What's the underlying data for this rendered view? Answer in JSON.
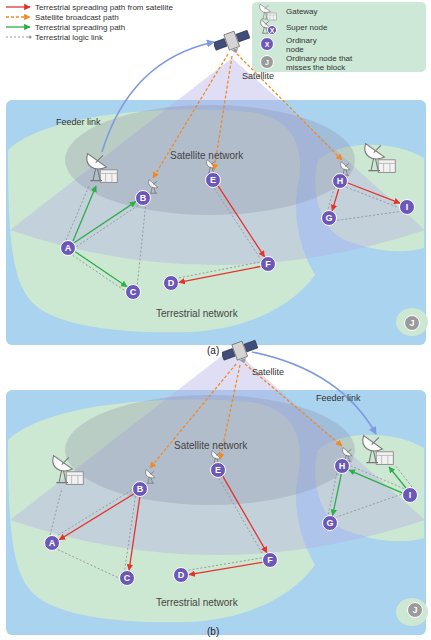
{
  "diagram": {
    "nodes": [
      {
        "text": [
          "A"
        ]
      },
      {
        "text": [
          "B"
        ]
      },
      {
        "text": [
          "C"
        ]
      },
      {
        "text": [
          "D"
        ]
      },
      {
        "text": [
          "E"
        ]
      },
      {
        "text": [
          "F"
        ]
      },
      {
        "text": [
          "G"
        ]
      },
      {
        "text": [
          "H"
        ]
      },
      {
        "text": [
          "I"
        ]
      },
      {
        "text": [
          "J"
        ]
      },
      {
        "text": [
          "A"
        ]
      },
      {
        "text": [
          "B"
        ]
      },
      {
        "text": [
          "C"
        ]
      },
      {
        "text": [
          "D"
        ]
      },
      {
        "text": [
          "E"
        ]
      },
      {
        "text": [
          "F"
        ]
      },
      {
        "text": [
          "G"
        ]
      },
      {
        "text": [
          "H"
        ]
      },
      {
        "text": [
          "I"
        ]
      },
      {
        "text": [
          "J"
        ]
      }
    ],
    "edges": [
      {
        "from": 0,
        "to": 1,
        "arrow": "to"
      },
      {
        "from": 0,
        "to": 2,
        "arrow": "to"
      },
      {
        "from": 0,
        "to": 1,
        "arrow": "none"
      },
      {
        "from": 0,
        "to": 2,
        "arrow": "none"
      },
      {
        "from": 2,
        "to": 1,
        "arrow": "none"
      },
      {
        "from": 4,
        "to": 5,
        "arrow": "to"
      },
      {
        "from": 5,
        "to": 3,
        "arrow": "to"
      },
      {
        "from": 4,
        "to": 5,
        "arrow": "none"
      },
      {
        "from": 5,
        "to": 3,
        "arrow": "none"
      },
      {
        "from": 7,
        "to": 6,
        "arrow": "to"
      },
      {
        "from": 7,
        "to": 8,
        "arrow": "to"
      },
      {
        "from": 7,
        "to": 6,
        "arrow": "none"
      },
      {
        "from": 7,
        "to": 8,
        "arrow": "none"
      },
      {
        "from": 11,
        "to": 10,
        "arrow": "to"
      },
      {
        "from": 11,
        "to": 12,
        "arrow": "to"
      },
      {
        "from": 10,
        "to": 12,
        "arrow": "none"
      },
      {
        "from": 11,
        "to": 12,
        "arrow": "none"
      },
      {
        "from": 11,
        "to": 10,
        "arrow": "none"
      },
      {
        "from": 14,
        "to": 15,
        "arrow": "to"
      },
      {
        "from": 15,
        "to": 13,
        "arrow": "to"
      },
      {
        "from": 14,
        "to": 15,
        "arrow": "none"
      },
      {
        "from": 15,
        "to": 13,
        "arrow": "none"
      },
      {
        "from": 18,
        "to": 17,
        "arrow": "to"
      },
      {
        "from": 17,
        "to": 16,
        "arrow": "to"
      },
      {
        "from": 18,
        "to": 17,
        "arrow": "none"
      },
      {
        "from": 17,
        "to": 16,
        "arrow": "none"
      },
      {
        "from": 18,
        "to": 16,
        "arrow": "none"
      },
      {
        "from": 6,
        "to": 8,
        "arrow": "none"
      }
    ],
    "labels": [
      "Satellite",
      "Feeder link",
      "Satellite network",
      "Terrestrial network",
      "(a)",
      "Satellite",
      "Feeder link",
      "Satellite network",
      "Terrestrial network",
      "(b)",
      "X",
      "X",
      "J"
    ],
    "legend": [
      {
        "text": "Terrestrial spreading path from satellite"
      },
      {
        "text": "Satellite broadcast path"
      },
      {
        "text": "Terrestrial spreading path"
      },
      {
        "text": "Terrestrial logic link"
      },
      {
        "text": "Gateway"
      },
      {
        "text": "Super node"
      },
      {
        "text": "Ordinary node"
      },
      {
        "text": "Ordinary node that misses the block"
      }
    ]
  }
}
